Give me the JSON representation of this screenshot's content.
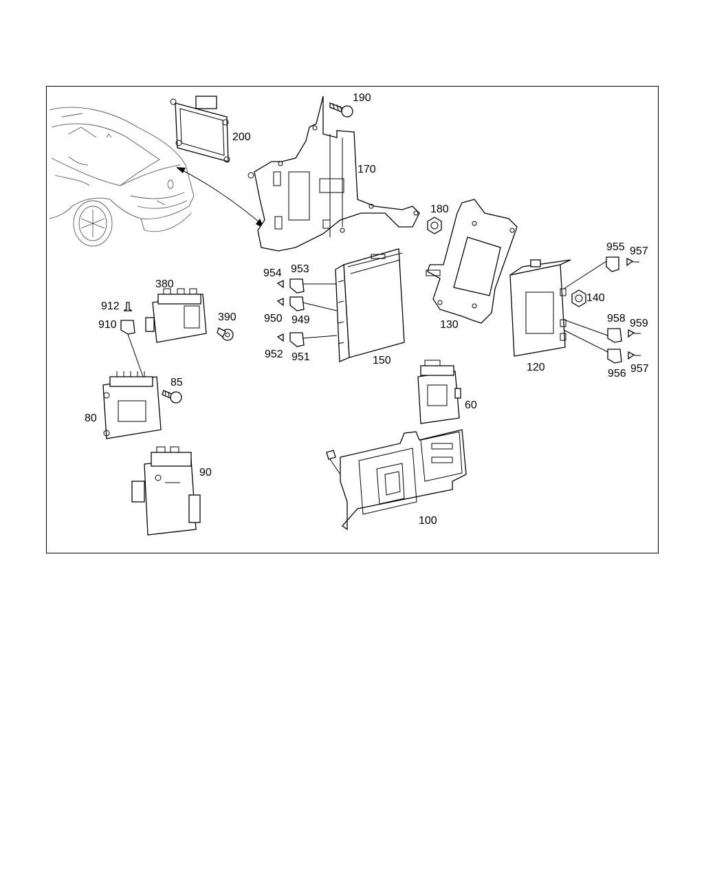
{
  "diagram": {
    "labels": {
      "p190": "190",
      "p200": "200",
      "p170": "170",
      "p180": "180",
      "p955": "955",
      "p957a": "957",
      "p954": "954",
      "p953": "953",
      "p380": "380",
      "p912": "912",
      "p910": "910",
      "p390": "390",
      "p950": "950",
      "p949": "949",
      "p140": "140",
      "p130": "130",
      "p958": "958",
      "p959": "959",
      "p952": "952",
      "p951": "951",
      "p150": "150",
      "p120": "120",
      "p956": "956",
      "p957b": "957",
      "p85": "85",
      "p80": "80",
      "p60": "60",
      "p90": "90",
      "p100": "100"
    },
    "colors": {
      "line": "#000000",
      "background": "#ffffff"
    }
  }
}
